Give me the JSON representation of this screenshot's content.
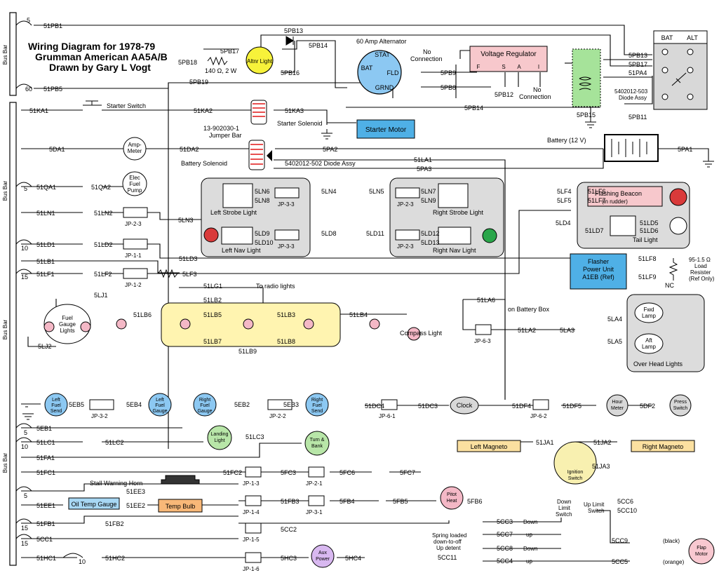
{
  "title": {
    "line1": "Wiring Diagram for  1978-79",
    "line2": "Grumman American AA5A/B",
    "line3": "Drawn by Gary L Vogt"
  },
  "bus_bar": {
    "label": "Bus Bar"
  },
  "breakers": [
    "5",
    "60",
    "5",
    "10",
    "15",
    "5",
    "10",
    "5",
    "15",
    "15",
    "10"
  ],
  "wires": {
    "pb1": "51PB1",
    "pb5": "51PB5",
    "pb13": "5PB13",
    "pb14": "5PB14",
    "pb16": "5PB16",
    "pb17": "5PB17",
    "pb18": "5PB18",
    "pb19": "5PB19",
    "pb9": "5PB9",
    "pb8": "5PB8",
    "pb12": "5PB12",
    "pb15": "5PB15",
    "pb11": "5PB11",
    "pa4": "51PA4",
    "ka1": "51KA1",
    "ka2": "51KA2",
    "ka3": "51KA3",
    "da1": "5DA1",
    "da2": "51DA2",
    "pa2": "5PA2",
    "pa1": "5PA1",
    "la1": "51LA1",
    "pa3": "5PA3",
    "qa1": "51QA1",
    "qa2": "51QA2",
    "ln1": "51LN1",
    "ln2": "51LN2",
    "ln3": "5LN3",
    "ln6": "5LN6",
    "ln8": "5LN8",
    "ln4": "5LN4",
    "ln5": "5LN5",
    "ln7": "5LN7",
    "ln9": "5LN9",
    "ld1": "51LD1",
    "ld2": "51LD2",
    "ld3": "51LD3",
    "ld9": "5LD9",
    "ld10": "5LD10",
    "ld8": "5LD8",
    "ld11": "5LD11",
    "ld12": "5LD12",
    "ld13": "5LD13",
    "lf4": "5LF4",
    "lf5": "5LF5",
    "lf6": "51LF6",
    "lf7": "51LF7",
    "ld4": "5LD4",
    "ld5": "51LD5",
    "ld6": "51LD6",
    "ld7": "51LD7",
    "lf8": "51LF8",
    "lf9": "51LF9",
    "lb1": "51LB1",
    "lf1": "51LF1",
    "lf2": "51LF2",
    "lf3": "5LF3",
    "lj1": "5LJ1",
    "lg1": "51LG1",
    "lb2": "51LB2",
    "lb6": "51LB6",
    "lb5": "51LB5",
    "lb3": "51LB3",
    "lb4": "51LB4",
    "lb7": "51LB7",
    "lb8": "51LB8",
    "lb9": "51LB9",
    "lj2": "5LJ2",
    "la6": "51LA6",
    "la2": "51LA2",
    "la3": "5LA3",
    "la4": "5LA4",
    "la5": "5LA5",
    "eb5": "5EB5",
    "eb4": "5EB4",
    "eb2": "5EB2",
    "eb3": "5EB3",
    "eb1": "5EB1",
    "dc4": "51DC4",
    "dc3": "51DC3",
    "df4": "51DF4",
    "df5": "51DF5",
    "df2": "5DF2",
    "lc1": "51LC1",
    "lc2": "51LC2",
    "lc3": "51LC3",
    "fa1": "51FA1",
    "ja1": "51JA1",
    "ja2": "51JA2",
    "ja3": "51JA3",
    "fc1": "51FC1",
    "fc2": "51FC2",
    "fc3": "5FC3",
    "fc6": "5FC6",
    "fc7": "5FC7",
    "ee1": "51EE1",
    "ee3": "51EE3",
    "ee2": "51EE2",
    "fb3": "51FB3",
    "fb4": "5FB4",
    "fb5": "5FB5",
    "fb6": "5FB6",
    "fb1": "51FB1",
    "fb2": "51FB2",
    "cc1": "5CC1",
    "cc2": "5CC2",
    "cc3": "5CC3",
    "cc7": "5CC7",
    "cc8": "5CC8",
    "cc11": "5CC11",
    "cc4": "5CC4",
    "cc6": "5CC6",
    "cc10": "5CC10",
    "cc9": "5CC9",
    "cc5": "5CC5",
    "hc1": "51HC1",
    "hc2": "51HC2",
    "hc3": "5HC3",
    "hc4": "5HC4"
  },
  "components": {
    "altnr_light": "Altnr Light",
    "alternator": "60 Amp Alternator",
    "stat": "STAT",
    "no_conn": "No",
    "conn": "Connection",
    "bat": "BAT",
    "fld": "FLD",
    "grnd": "GRND",
    "vreg": "Voltage Regulator",
    "f": "F",
    "s": "S",
    "a": "A",
    "i": "I",
    "resistor": "140 Ω, 2 W",
    "relay_bat": "BAT",
    "relay_alt": "ALT",
    "diode503": "5402012-503",
    "diode_assy": "Diode Assy",
    "starter_switch": "Starter Switch",
    "starter_solenoid": "Starter Solenoid",
    "jumper1": "13-902030-1",
    "jumper2": "Jumper Bar",
    "starter_motor": "Starter Motor",
    "battery": "Battery (12 V)",
    "ammeter1": "Amp-",
    "ammeter2": "Meter",
    "battery_solenoid": "Battery Solenoid",
    "diode502": "5402012-502  Diode Assy",
    "efp1": "Elec",
    "efp2": "Fuel",
    "efp3": "Pump",
    "left_strobe": "Left Strobe Light",
    "right_strobe": "Right Strobe Light",
    "left_nav": "Left Nav Light",
    "right_nav": "Right Nav Light",
    "flashing_beacon": "Flashing Beacon",
    "in_rudder": "(in rudder)",
    "tail_light": "Tail Light",
    "flasher1": "Flasher",
    "flasher2": "Power Unit",
    "flasher3": "A1EB (Ref)",
    "load1": "95-1.5 Ω",
    "load2": "Load",
    "load3": "Resister",
    "load4": "(Ref Only)",
    "nc": "NC",
    "radio": "To radio lights",
    "fgl1": "Fuel",
    "fgl2": "Gauge",
    "fgl3": "Lights",
    "compass": "Compass Light",
    "batt_box": "on Battery Box",
    "fwd1": "Fwd",
    "fwd2": "Lamp",
    "aft1": "Aft",
    "aft2": "Lamp",
    "overhead": "Over Head Lights",
    "lfs1": "Left",
    "lfs2": "Fuel",
    "lfs3": "Send",
    "lfg1": "Left",
    "lfg2": "Fuel",
    "lfg3": "Gauge",
    "rfg1": "Right",
    "rfg2": "Fuel",
    "rfg3": "Gauge",
    "rfs1": "Right",
    "rfs2": "Fuel",
    "rfs3": "Send",
    "clock": "Clock",
    "hour1": "Hour",
    "hour2": "Meter",
    "press1": "Press",
    "press2": "Switch",
    "landing1": "Landing",
    "landing2": "Light",
    "turn1": "Turn &",
    "turn2": "Bank",
    "left_magneto": "Left Magneto",
    "right_magneto": "Right Magneto",
    "ign1": "Ignition",
    "ign2": "Switch",
    "stall_horn": "Stall Warning Horn",
    "oil_temp": "Oil Temp Gauge",
    "temp_bulb": "Temp Bulb",
    "pitot1": "Pitot",
    "pitot2": "Heat",
    "aux1": "Aux",
    "aux2": "Power",
    "down_limit1": "Down",
    "down_limit2": "Limit",
    "down_limit3": "Switch",
    "up_limit1": "Up Limit",
    "up_limit2": "Switch",
    "down": "Down",
    "up": "up",
    "spring1": "Spring loaded",
    "spring2": "down-to-off",
    "spring3": "Up detent",
    "black": "(black)",
    "orange": "(orange)",
    "flap1": "Flap",
    "flap2": "Motor"
  },
  "connectors": {
    "jp23a": "JP-2-3",
    "jp33a": "JP-3-3",
    "jp23b": "JP-2-3",
    "jp11": "JP-1-1",
    "jp33b": "JP-3-3",
    "jp23c": "JP-2-3",
    "jp12": "JP-1-2",
    "jp63": "JP-6-3",
    "jp32": "JP-3-2",
    "jp22": "JP-2-2",
    "jp61": "JP-6-1",
    "jp62": "JP-6-2",
    "jp13": "JP-1-3",
    "jp21": "JP-2-1",
    "jp14": "JP-1-4",
    "jp31": "JP-3-1",
    "jp15": "JP-1-5",
    "jp16": "JP-1-6"
  },
  "colors": {
    "altnr_light": "#f7f23a",
    "starter_motor": "#4fb0e6",
    "vreg": "#f7c8cc",
    "relay_green": "#a6e39a",
    "strobe_box": "#dcdcdc",
    "overhead_box": "#dcdcdc",
    "red_nav": "#d93a3a",
    "green_nav": "#2aa64a",
    "flasher": "#4fb0e6",
    "panel_yellow": "#fff4b0",
    "pink_lamp": "#f4b8c6",
    "fuel_blue": "#8cc8f2",
    "clock_grey": "#d8d8d8",
    "landing_green": "#b8e6a8",
    "magneto": "#fbe0a0",
    "ign_yellow": "#f8f0b0",
    "oil_temp": "#a8d8f4",
    "temp_bulb": "#f8b878",
    "aux_purple": "#d8b8f0",
    "flap_pink": "#f8c8d0",
    "solenoid": "#e85050"
  }
}
